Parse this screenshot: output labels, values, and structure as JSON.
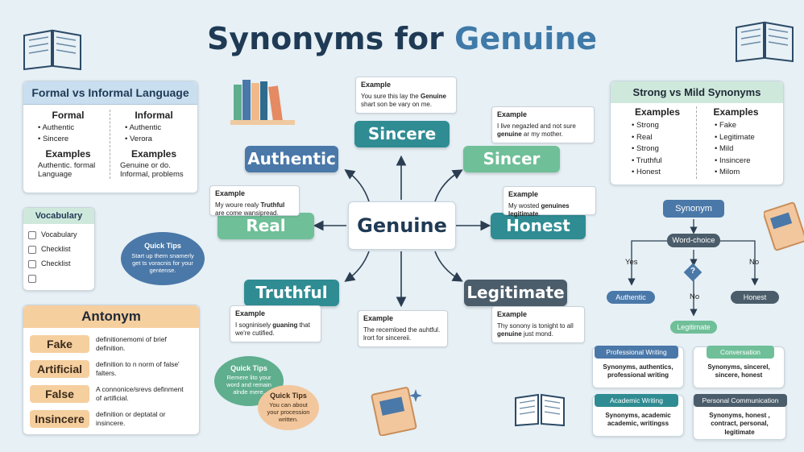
{
  "title": {
    "main": "Synonyms for ",
    "accent": "Genuine"
  },
  "colors": {
    "blue": "#4a78a8",
    "green": "#6fbf98",
    "teal": "#2f8c93",
    "slate": "#4b5d6a"
  },
  "center": "Genuine",
  "synonyms": {
    "authentic": "Authentic",
    "sincere": "Sincere",
    "sincer": "Sincer",
    "real": "Real",
    "honest": "Honest",
    "truthful": "Truthful",
    "legitimate": "Legitimate"
  },
  "examples": {
    "top": {
      "title": "Example",
      "pre": "You sure this lay the ",
      "bold": "Genuine",
      "post": " shart son be vary on me."
    },
    "right_top": {
      "title": "Example",
      "pre": "I live negazled and not sure ",
      "bold": "genuine",
      "post": " ar my mother."
    },
    "right_mid": {
      "title": "Example",
      "pre": "My wosted ",
      "bold": "genuines legitimate",
      "post": "."
    },
    "left_mid": {
      "title": "Example",
      "pre": "My woure realy ",
      "bold": "Truthful",
      "post": " are come wansipread."
    },
    "left_bottom": {
      "title": "Example",
      "pre": "I sogninisely ",
      "bold": "guaning",
      "post": " that we're cutified."
    },
    "center_bottom": {
      "title": "Example",
      "pre": "The recemloed the auhtful. lrort for sincereii.",
      "bold": "",
      "post": ""
    },
    "right_bottom": {
      "title": "Example",
      "pre": "Thy sonony is tonight to all ",
      "bold": "genuine",
      "post": " just mond."
    }
  },
  "formal_informal": {
    "title": "Formal vs Informal Language",
    "formal_head": "Formal",
    "formal_items": [
      "Authentic",
      "Sincere"
    ],
    "informal_head": "Informal",
    "informal_items": [
      "Authentic",
      "Verora"
    ],
    "examples_head": "Examples",
    "formal_example": "Authentic. formal Language",
    "informal_example": "Genuine or do. Informal, problems"
  },
  "vocabulary": {
    "title": "Vocabulary",
    "items": [
      "Vocabulary",
      "Checklist",
      "Checklist",
      ""
    ]
  },
  "quick_tips_1": {
    "title": "Quick Tips",
    "text": "Start up them snamerly get ts voracnis for your gentense."
  },
  "quick_tips_2": {
    "title": "Quick Tips",
    "text": "Remere lito your word and remain alnde mere."
  },
  "quick_tips_3": {
    "title": "Quick Tips",
    "text": "You can about your procession written."
  },
  "antonym": {
    "title": "Antonym",
    "rows": [
      {
        "word": "Fake",
        "def": "definitionemomi of brief definition."
      },
      {
        "word": "Artificial",
        "def": "definition to n norm of false' falters."
      },
      {
        "word": "False",
        "def": "A connonice/srevs definment of artificial."
      },
      {
        "word": "Insincere",
        "def": "definition or deptatal or insincere."
      }
    ]
  },
  "strong_mild": {
    "title": "Strong vs Mild Synonyms",
    "left_head": "Examples",
    "left_items": [
      "Strong",
      "Real",
      "Strong",
      "Truthful",
      "Honest"
    ],
    "right_head": "Examples",
    "right_items": [
      "Fake",
      "Legitimate",
      "Mild",
      "Insincere",
      "Milom"
    ]
  },
  "flow": {
    "synonym": "Synonym",
    "word_choice": "Word-choice",
    "q": "?",
    "yes": "Yes",
    "no1": "No",
    "no2": "No",
    "authentic": "Authentic",
    "honest": "Honest",
    "legitimate": "Legitimate"
  },
  "contexts": [
    {
      "title": "Professional Writing",
      "text": "Synonyms, authentics, professional writing"
    },
    {
      "title": "Conversation",
      "text": "Synonyms, sincerel, sincere, honest"
    },
    {
      "title": "Academic Writing",
      "text": "Synonyms, academic academic, writingss"
    },
    {
      "title": "Personal Communication",
      "text": "Synonyms, honest , contract, personal, legitimate"
    }
  ]
}
